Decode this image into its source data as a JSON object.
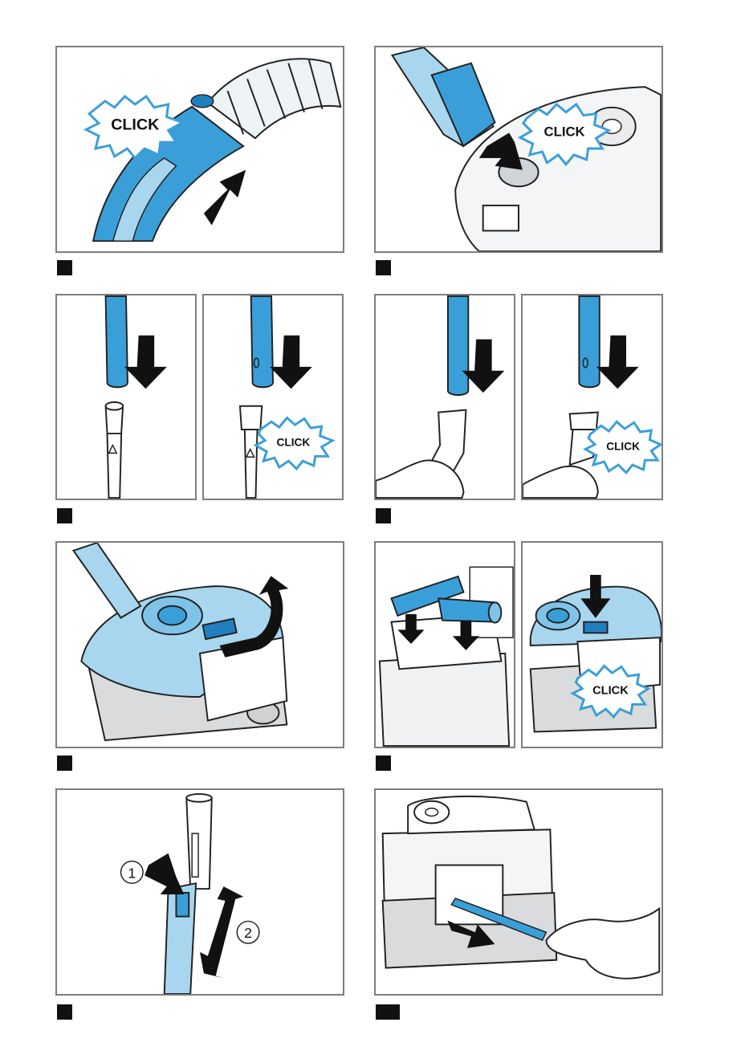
{
  "colors": {
    "blue": "#3a9fd8",
    "light_blue": "#a8d6ef",
    "dark_blue": "#1f7fbf",
    "frame": "#7d7d7d",
    "marker": "#111111",
    "grey": "#d9dbdd"
  },
  "panels": {
    "p1": {
      "click": "CLICK"
    },
    "p2": {
      "click": "CLICK"
    },
    "p3b": {
      "click": "CLICK"
    },
    "p4b": {
      "click": "CLICK"
    },
    "p6b": {
      "click": "CLICK"
    },
    "p7": {
      "step1": "1",
      "step2": "2"
    }
  }
}
